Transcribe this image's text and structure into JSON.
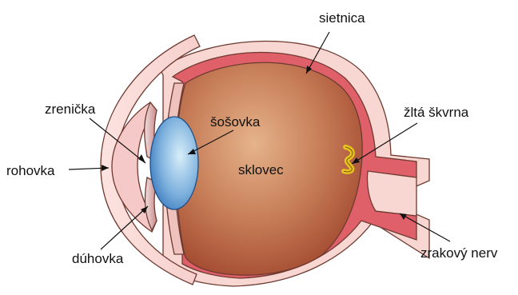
{
  "labels": {
    "sietnica": "sietnica",
    "zrenicka": "zrenička",
    "sosovka": "šošovka",
    "zlta_skvrna": "žltá škvrna",
    "rohovka": "rohovka",
    "sklovec": "sklovec",
    "duhovka": "dúhovka",
    "zrakovy_nerv": "zrakový nerv"
  },
  "colors": {
    "sclera": "#f8d6d2",
    "retina": "#e0606a",
    "vitreous_light": "#e6b38a",
    "vitreous_dark": "#a0452c",
    "lens_light": "#d8eef9",
    "lens_dark": "#2d6fb8",
    "iris": "#d99a98",
    "macula": "#e8c21e"
  }
}
